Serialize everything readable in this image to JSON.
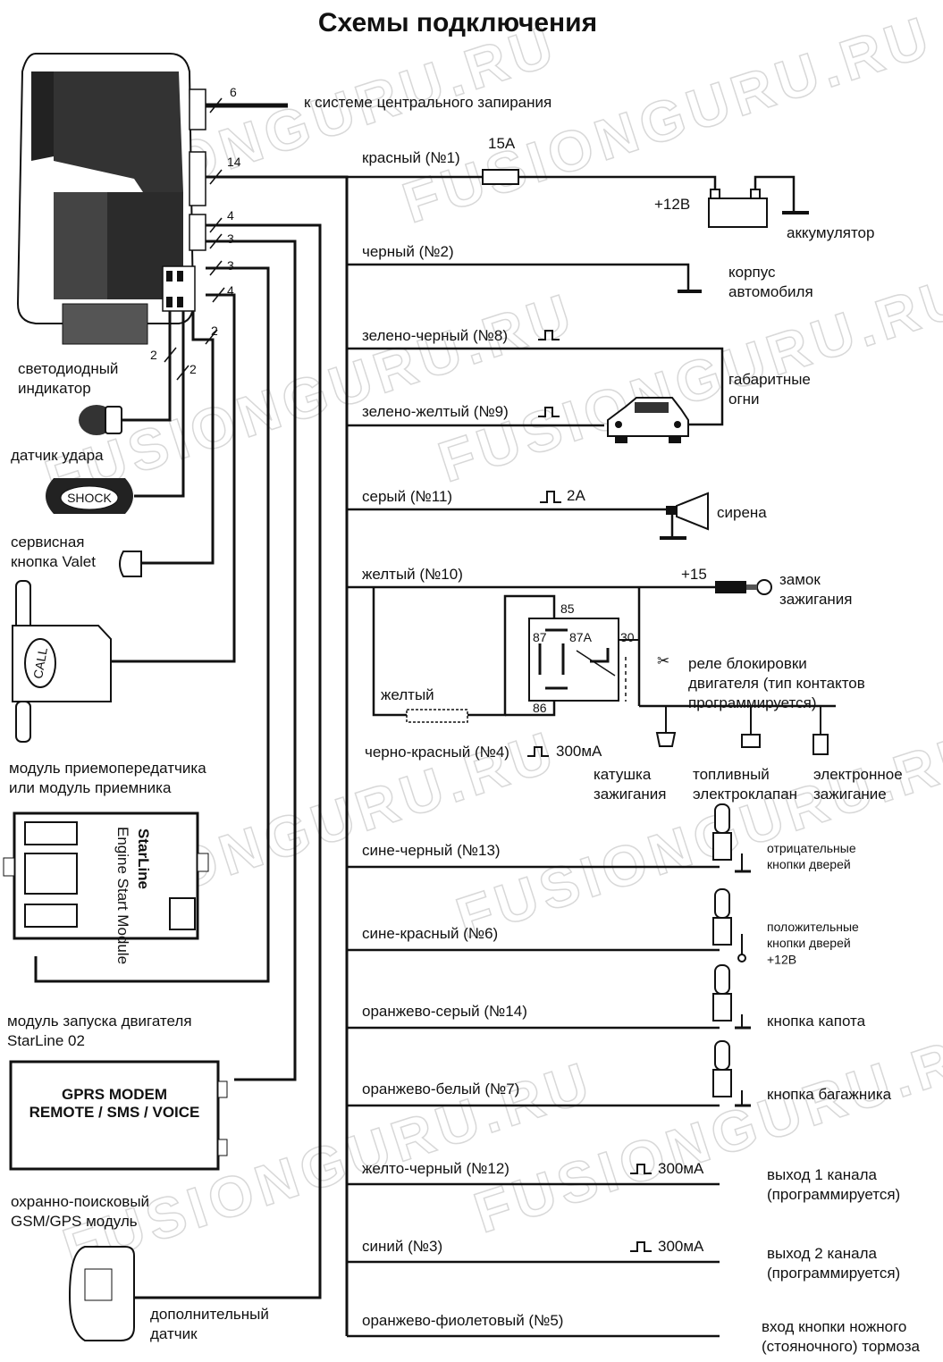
{
  "title": "Схемы подключения",
  "watermark": "FUSIONGURU.RU",
  "harness_counts": {
    "c6": "6",
    "c14": "14",
    "c4a": "4",
    "c3a": "3",
    "c3b": "3",
    "c4b": "4",
    "c2a": "2",
    "c2b": "2",
    "c2c": "2"
  },
  "left_devices": {
    "led": "светодиодный\nиндикатор",
    "shock": "датчик удара",
    "shock_text": "SHOCK",
    "valet": "сервисная\nкнопка Valet",
    "transceiver": "модуль приемопередатчика\nили модуль приемника",
    "call_text": "CALL",
    "starline_module": "модуль запуска двигателя\nStarLine 02",
    "starline_brand": "StarLine",
    "starline_sub": "Engine Start Module",
    "gprs_title": "GPRS MODEM",
    "gprs_sub": "REMOTE / SMS / VOICE",
    "gsm": "охранно-поисковый\nGSM/GPS модуль",
    "extra": "дополнительный\nдатчик"
  },
  "central_lock": "к системе центрального запирания",
  "wires": {
    "red": "красный (№1)",
    "fuse": "15А",
    "plus12": "+12В",
    "battery": "аккумулятор",
    "black": "черный (№2)",
    "body": "корпус\nавтомобиля",
    "green_black": "зелено-черный (№8)",
    "green_yellow": "зелено-желтый (№9)",
    "parking": "габаритные\nогни",
    "gray": "серый (№11)",
    "gray_current": "2А",
    "siren": "сирена",
    "yellow": "желтый (№10)",
    "plus15": "+15",
    "ignition_lock": "замок\nзажигания",
    "relay_85": "85",
    "relay_87": "87",
    "relay_87a": "87А",
    "relay_30": "30",
    "relay_86": "86",
    "relay_label": "реле блокировки\nдвигателя (тип контактов\nпрограммируется)",
    "yellow2": "желтый",
    "black_red": "черно-красный (№4)",
    "black_red_current": "300мА",
    "coil": "катушка\nзажигания",
    "fuel": "топливный\nэлектроклапан",
    "electronic": "электронное\nзажигание",
    "blue_black": "сине-черный (№13)",
    "neg_doors": "отрицательные\nкнопки дверей",
    "blue_red": "сине-красный (№6)",
    "pos_doors": "положительные\nкнопки дверей\n+12В",
    "orange_gray": "оранжево-серый (№14)",
    "hood": "кнопка капота",
    "orange_white": "оранжево-белый (№7)",
    "trunk": "кнопка багажника",
    "yellow_black": "желто-черный (№12)",
    "ch1_current": "300мА",
    "ch1": "выход 1 канала\n(программируется)",
    "blue": "синий (№3)",
    "ch2_current": "300мА",
    "ch2": "выход 2 канала\n(программируется)",
    "orange_violet": "оранжево-фиолетовый (№5)",
    "brake": "вход кнопки ножного\n(стояночного) тормоза"
  }
}
